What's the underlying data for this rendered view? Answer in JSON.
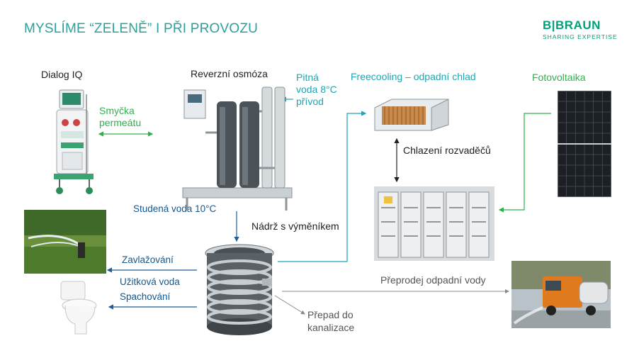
{
  "header": {
    "title": "MYSLÍME “ZELENĚ” I PŘI PROVOZU",
    "logo_main": "B|BRAUN",
    "logo_sub": "SHARING EXPERTISE"
  },
  "labels": {
    "dialog": "Dialog IQ",
    "osmosis": "Reverzní osmóza",
    "water_line1": "Pitná",
    "water_line2": "voda 8°C",
    "water_line3": "přívod",
    "freecooling": "Freecooling – odpadní chlad",
    "pv": "Fotovoltaika",
    "loop_line1": "Smyčka",
    "loop_line2": "permeátu",
    "cooling": "Chlazení rozvaděčů",
    "cold_water": "Studená voda 10°C",
    "tank": "Nádrž s výměníkem",
    "irrigation": "Zavlažování",
    "utility_water": "Užitková voda",
    "flushing": "Spachování",
    "resale": "Přeprodej odpadní vody",
    "overflow_line1": "Přepad do",
    "overflow_line2": "kanalizace"
  },
  "colors": {
    "title": "#2aa19b",
    "teal": "#1fa6b5",
    "green": "#2eb24b",
    "blue": "#1e5d96",
    "gray": "#888888",
    "brand": "#00a07a"
  }
}
